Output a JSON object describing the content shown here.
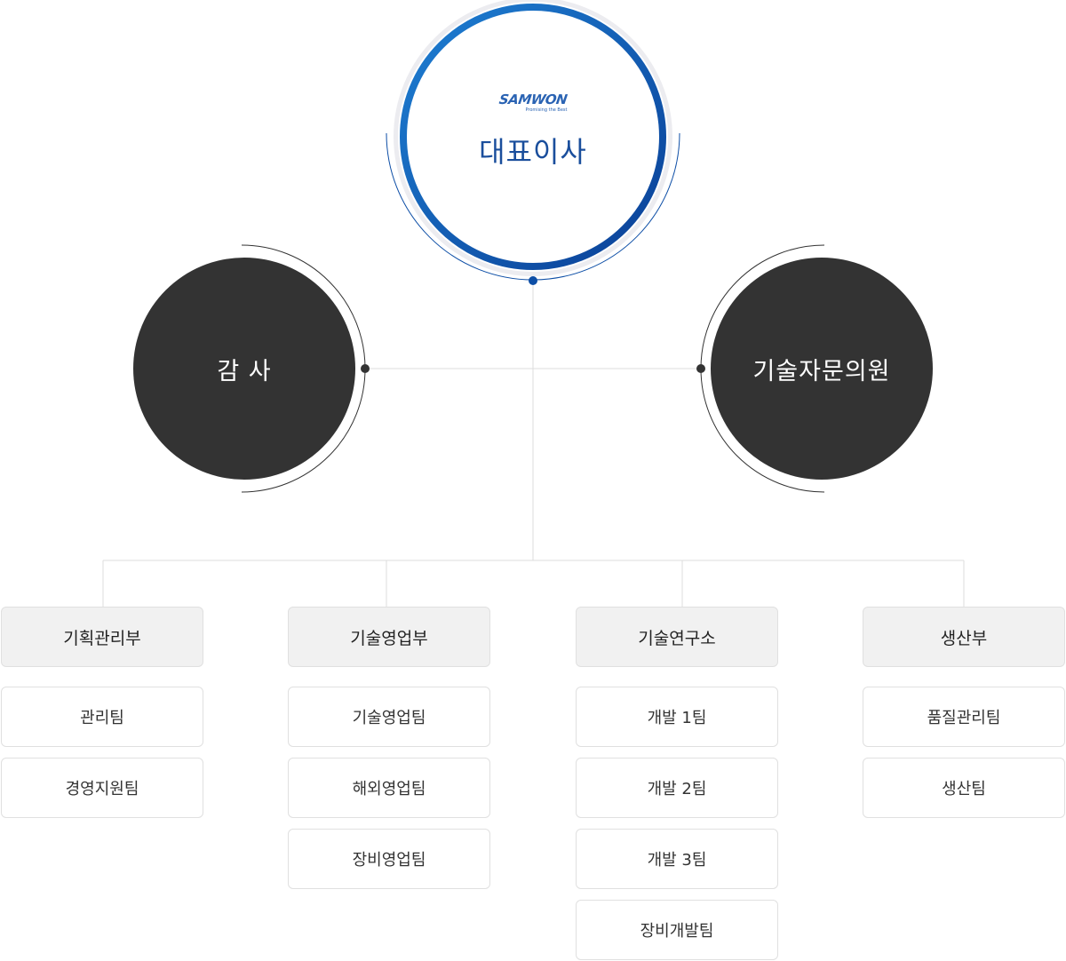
{
  "ceo": {
    "logo_text": "SAMWON",
    "logo_tagline": "Promising the Best",
    "title": "대표이사"
  },
  "audit": {
    "title": "감 사"
  },
  "advisory": {
    "title": "기술자문의원"
  },
  "departments": [
    {
      "name": "기획관리부",
      "teams": [
        "관리팀",
        "경영지원팀"
      ]
    },
    {
      "name": "기술영업부",
      "teams": [
        "기술영업팀",
        "해외영업팀",
        "장비영업팀"
      ]
    },
    {
      "name": "기술연구소",
      "teams": [
        "개발 1팀",
        "개발 2팀",
        "개발 3팀",
        "장비개발팀"
      ]
    },
    {
      "name": "생산부",
      "teams": [
        "품질관리팀",
        "생산팀"
      ]
    }
  ],
  "colors": {
    "ceo_ring": "#0d4ea6",
    "dark_circle": "#333333",
    "accent_dot": "#0d4ea6",
    "connector_line": "#dcdcdc"
  }
}
